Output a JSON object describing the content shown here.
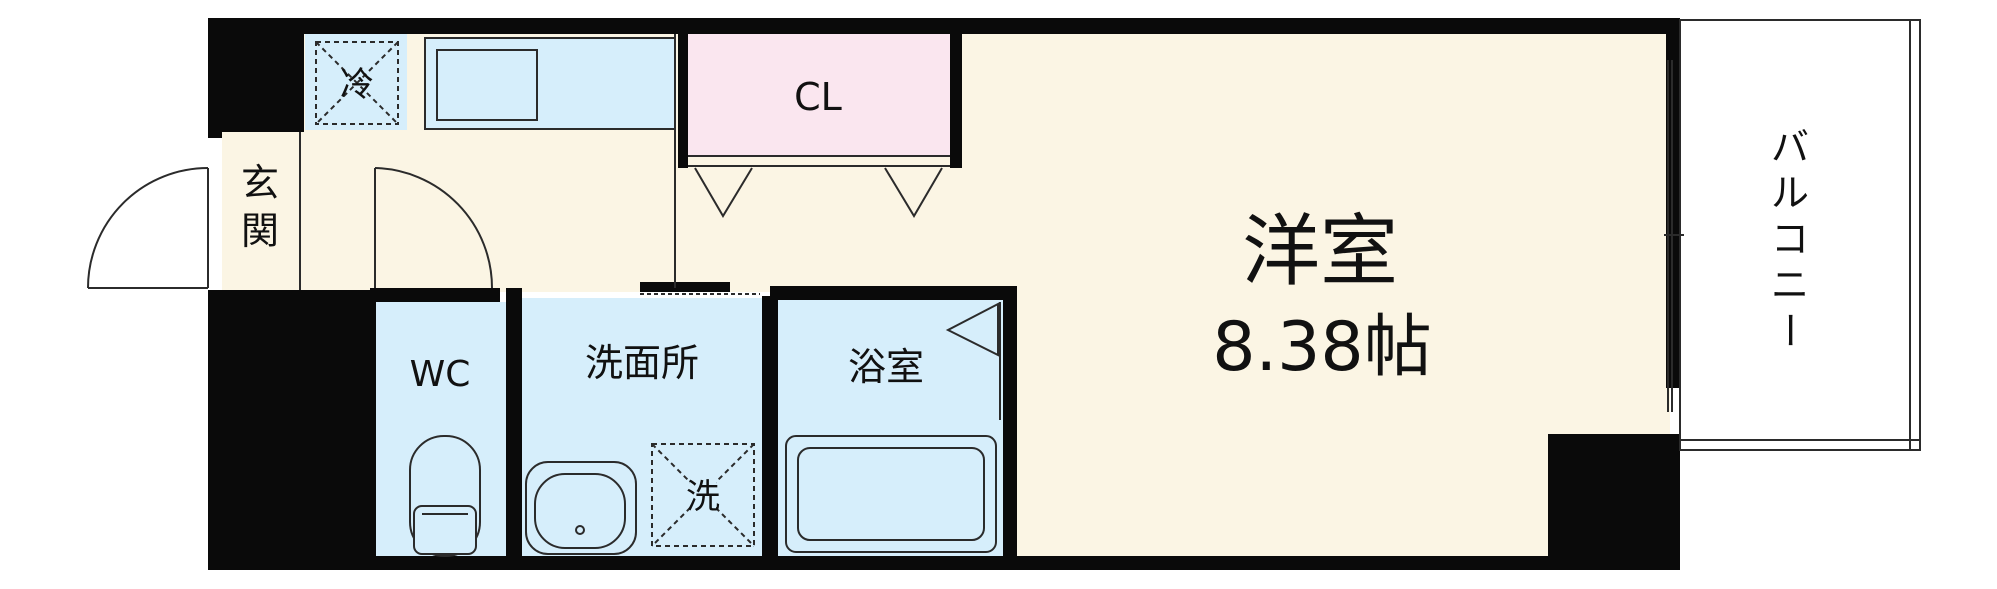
{
  "colors": {
    "wall": "#0a0a0a",
    "floor_main": "#fbf5e4",
    "wet_area": "#d6eefb",
    "closet": "#fae6ef",
    "line": "#2b2b2b",
    "background": "#ffffff"
  },
  "rooms": {
    "western_room": {
      "name": "洋室",
      "size": "8.38帖"
    },
    "closet": "CL",
    "entrance": [
      "玄",
      "関"
    ],
    "toilet": "WC",
    "washroom": "洗面所",
    "bathroom": "浴室",
    "balcony": [
      "バ",
      "ル",
      "コ",
      "ニ",
      "ー"
    ]
  },
  "symbols": {
    "refrigerator": "冷",
    "washing_machine": "洗"
  }
}
